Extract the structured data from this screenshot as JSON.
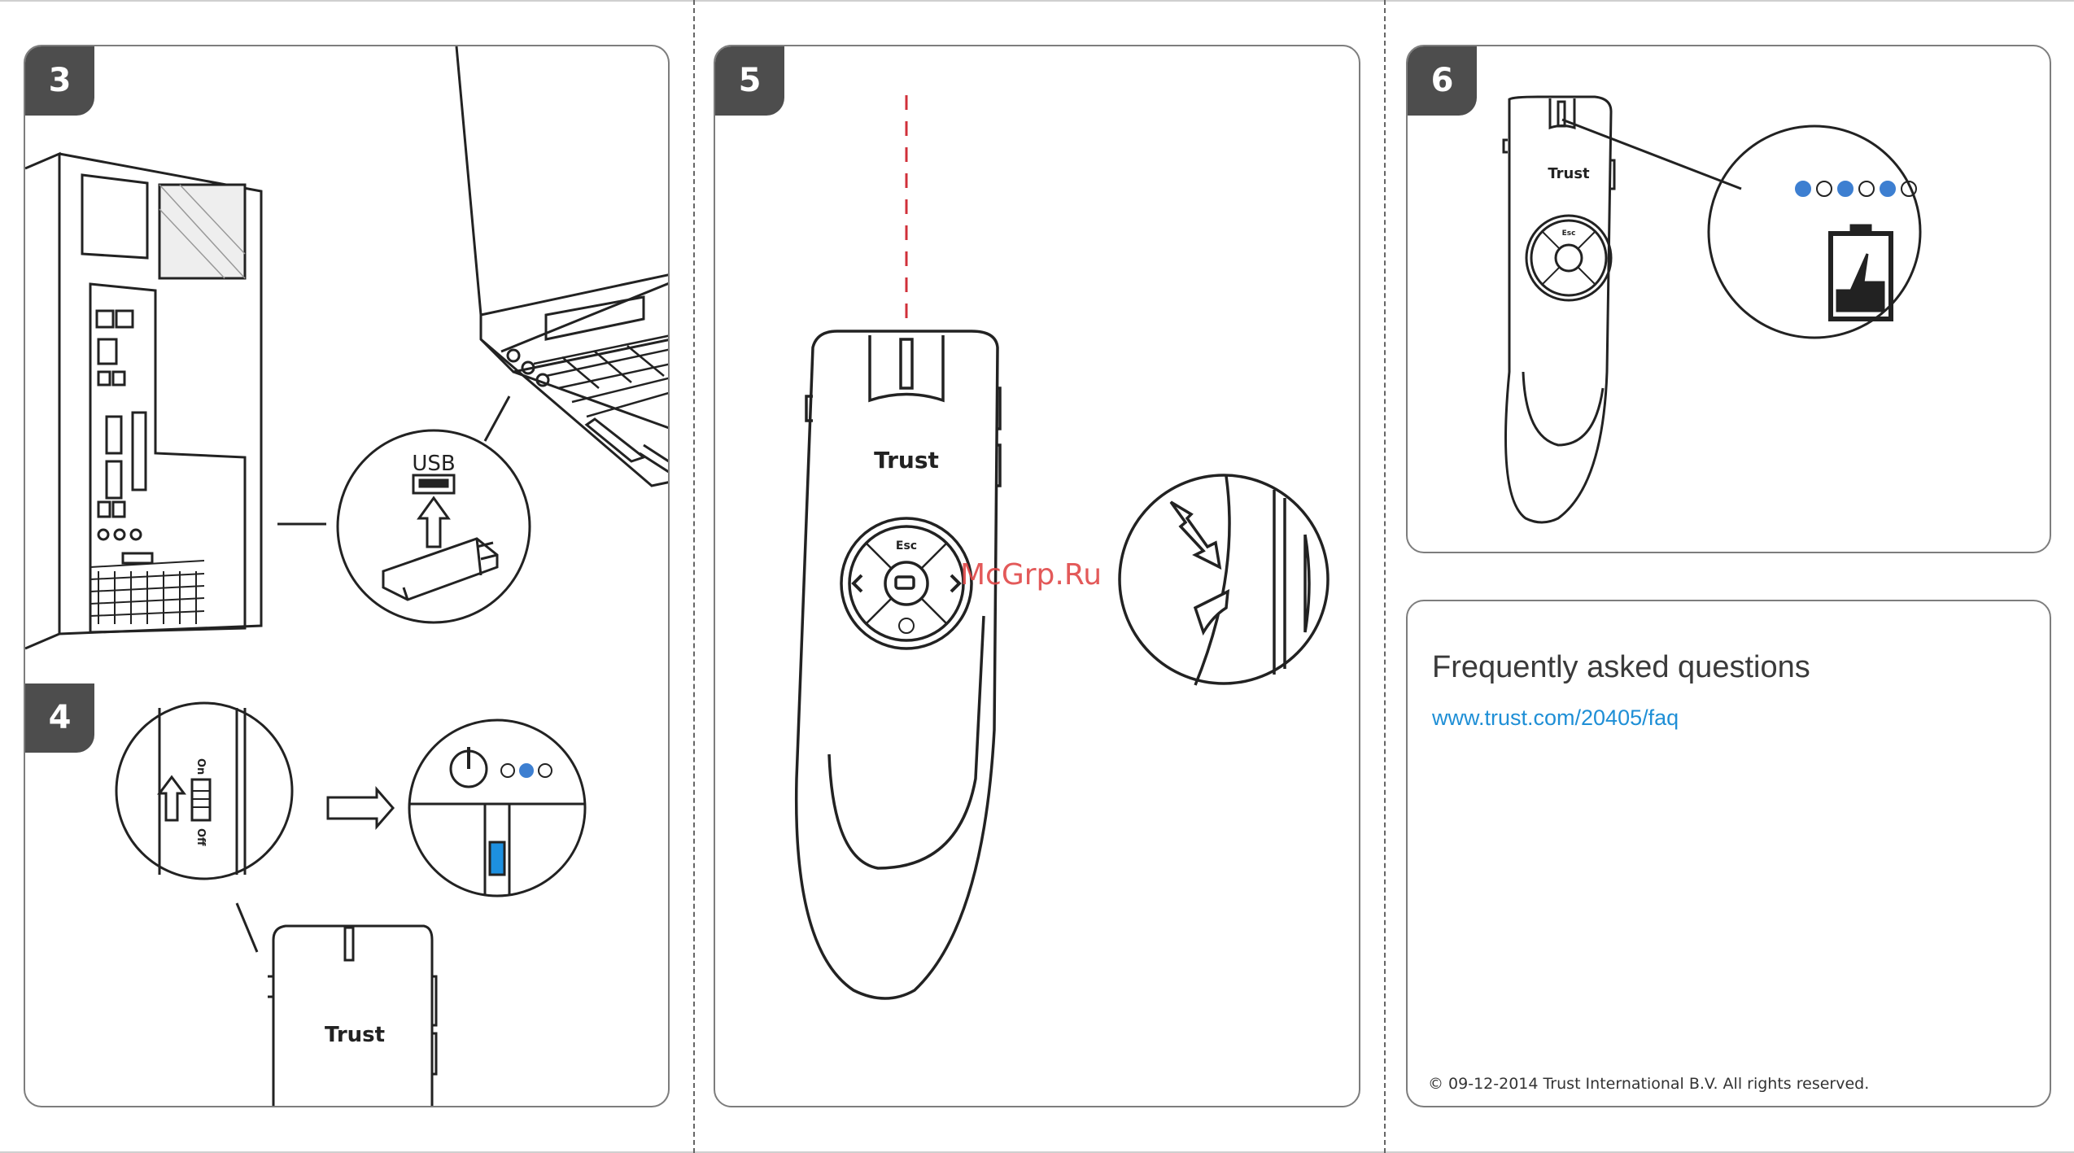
{
  "steps": {
    "step3": "3",
    "step4": "4",
    "step5": "5",
    "step6": "6"
  },
  "labels": {
    "usb": "USB",
    "brand": "Trust",
    "esc": "Esc",
    "switch_on": "On",
    "switch_off": "Off"
  },
  "faq": {
    "title": "Frequently asked questions",
    "link": "www.trust.com/20405/faq"
  },
  "footer": {
    "copyright": "© 09-12-2014 Trust International B.V. All rights reserved."
  },
  "watermark": "McGrp.Ru",
  "colors": {
    "led_blue": "#3d7fd1",
    "laser_red": "#d0303a",
    "link_blue": "#1f8fd6",
    "badge_gray": "#4d4d4d"
  }
}
